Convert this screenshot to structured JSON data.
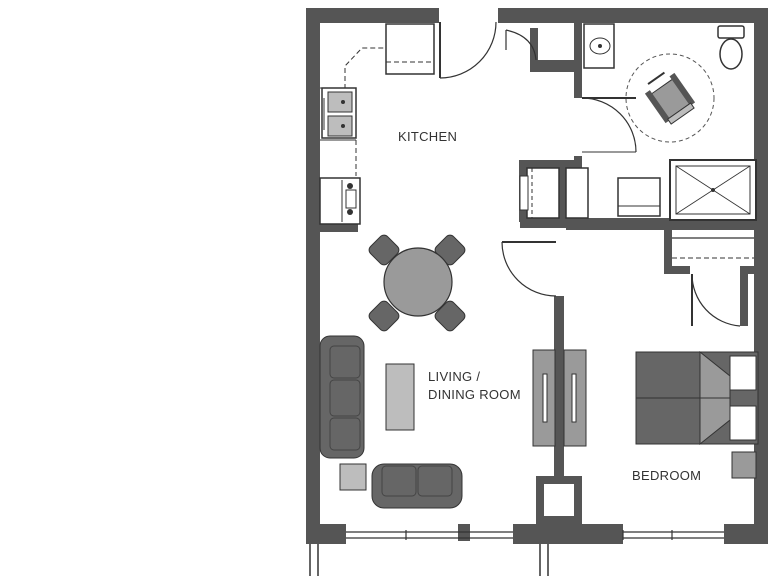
{
  "rooms": {
    "kitchen": "KITCHEN",
    "living_line1": "LIVING /",
    "living_line2": "DINING ROOM",
    "bedroom": "BEDROOM"
  },
  "colors": {
    "wall": "#555555",
    "furniture_dark": "#666666",
    "furniture_mid": "#9a9a9a",
    "furniture_light": "#bdbdbd",
    "line": "#333333",
    "background": "#ffffff"
  },
  "icons": [
    "wheelchair-icon",
    "toilet-icon",
    "sink-icon"
  ]
}
